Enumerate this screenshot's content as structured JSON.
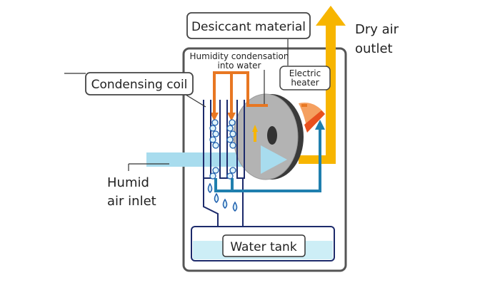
{
  "labels": {
    "desiccant": "Desiccant material",
    "dry_air_1": "Dry air",
    "dry_air_2": "outlet",
    "condensation_1": "Humidity condensation",
    "condensation_2": "into water",
    "heater_1": "Electric",
    "heater_2": "heater",
    "coil": "Condensing coil",
    "humid_1": "Humid",
    "humid_2": "air inlet",
    "tank": "Water tank"
  },
  "colors": {
    "dry_air": "#f7b500",
    "humid_air": "#a8dcee",
    "condensation": "#e87722",
    "return_air": "#1f7fae",
    "coil": "#1c2a6b",
    "wheel": "#b3b3b3",
    "heater": "#f5a060"
  }
}
